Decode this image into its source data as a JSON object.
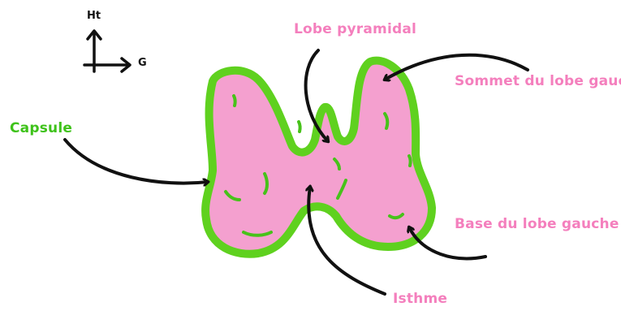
{
  "labels": {
    "pyramidal": "Lobe pyramidal",
    "sommet": "Sommet du lobe gauche",
    "capsule": "Capsule",
    "base": "Base du lobe gauche",
    "isthme": "Isthme"
  },
  "axes": {
    "up": "Ht",
    "right": "G"
  },
  "colors": {
    "capsule": "#5fd11f",
    "gland": "#f4a0cf",
    "detail": "#47c21a",
    "arrow": "#111111",
    "label_pink": "#f47fbd",
    "label_green": "#3ec21a"
  }
}
